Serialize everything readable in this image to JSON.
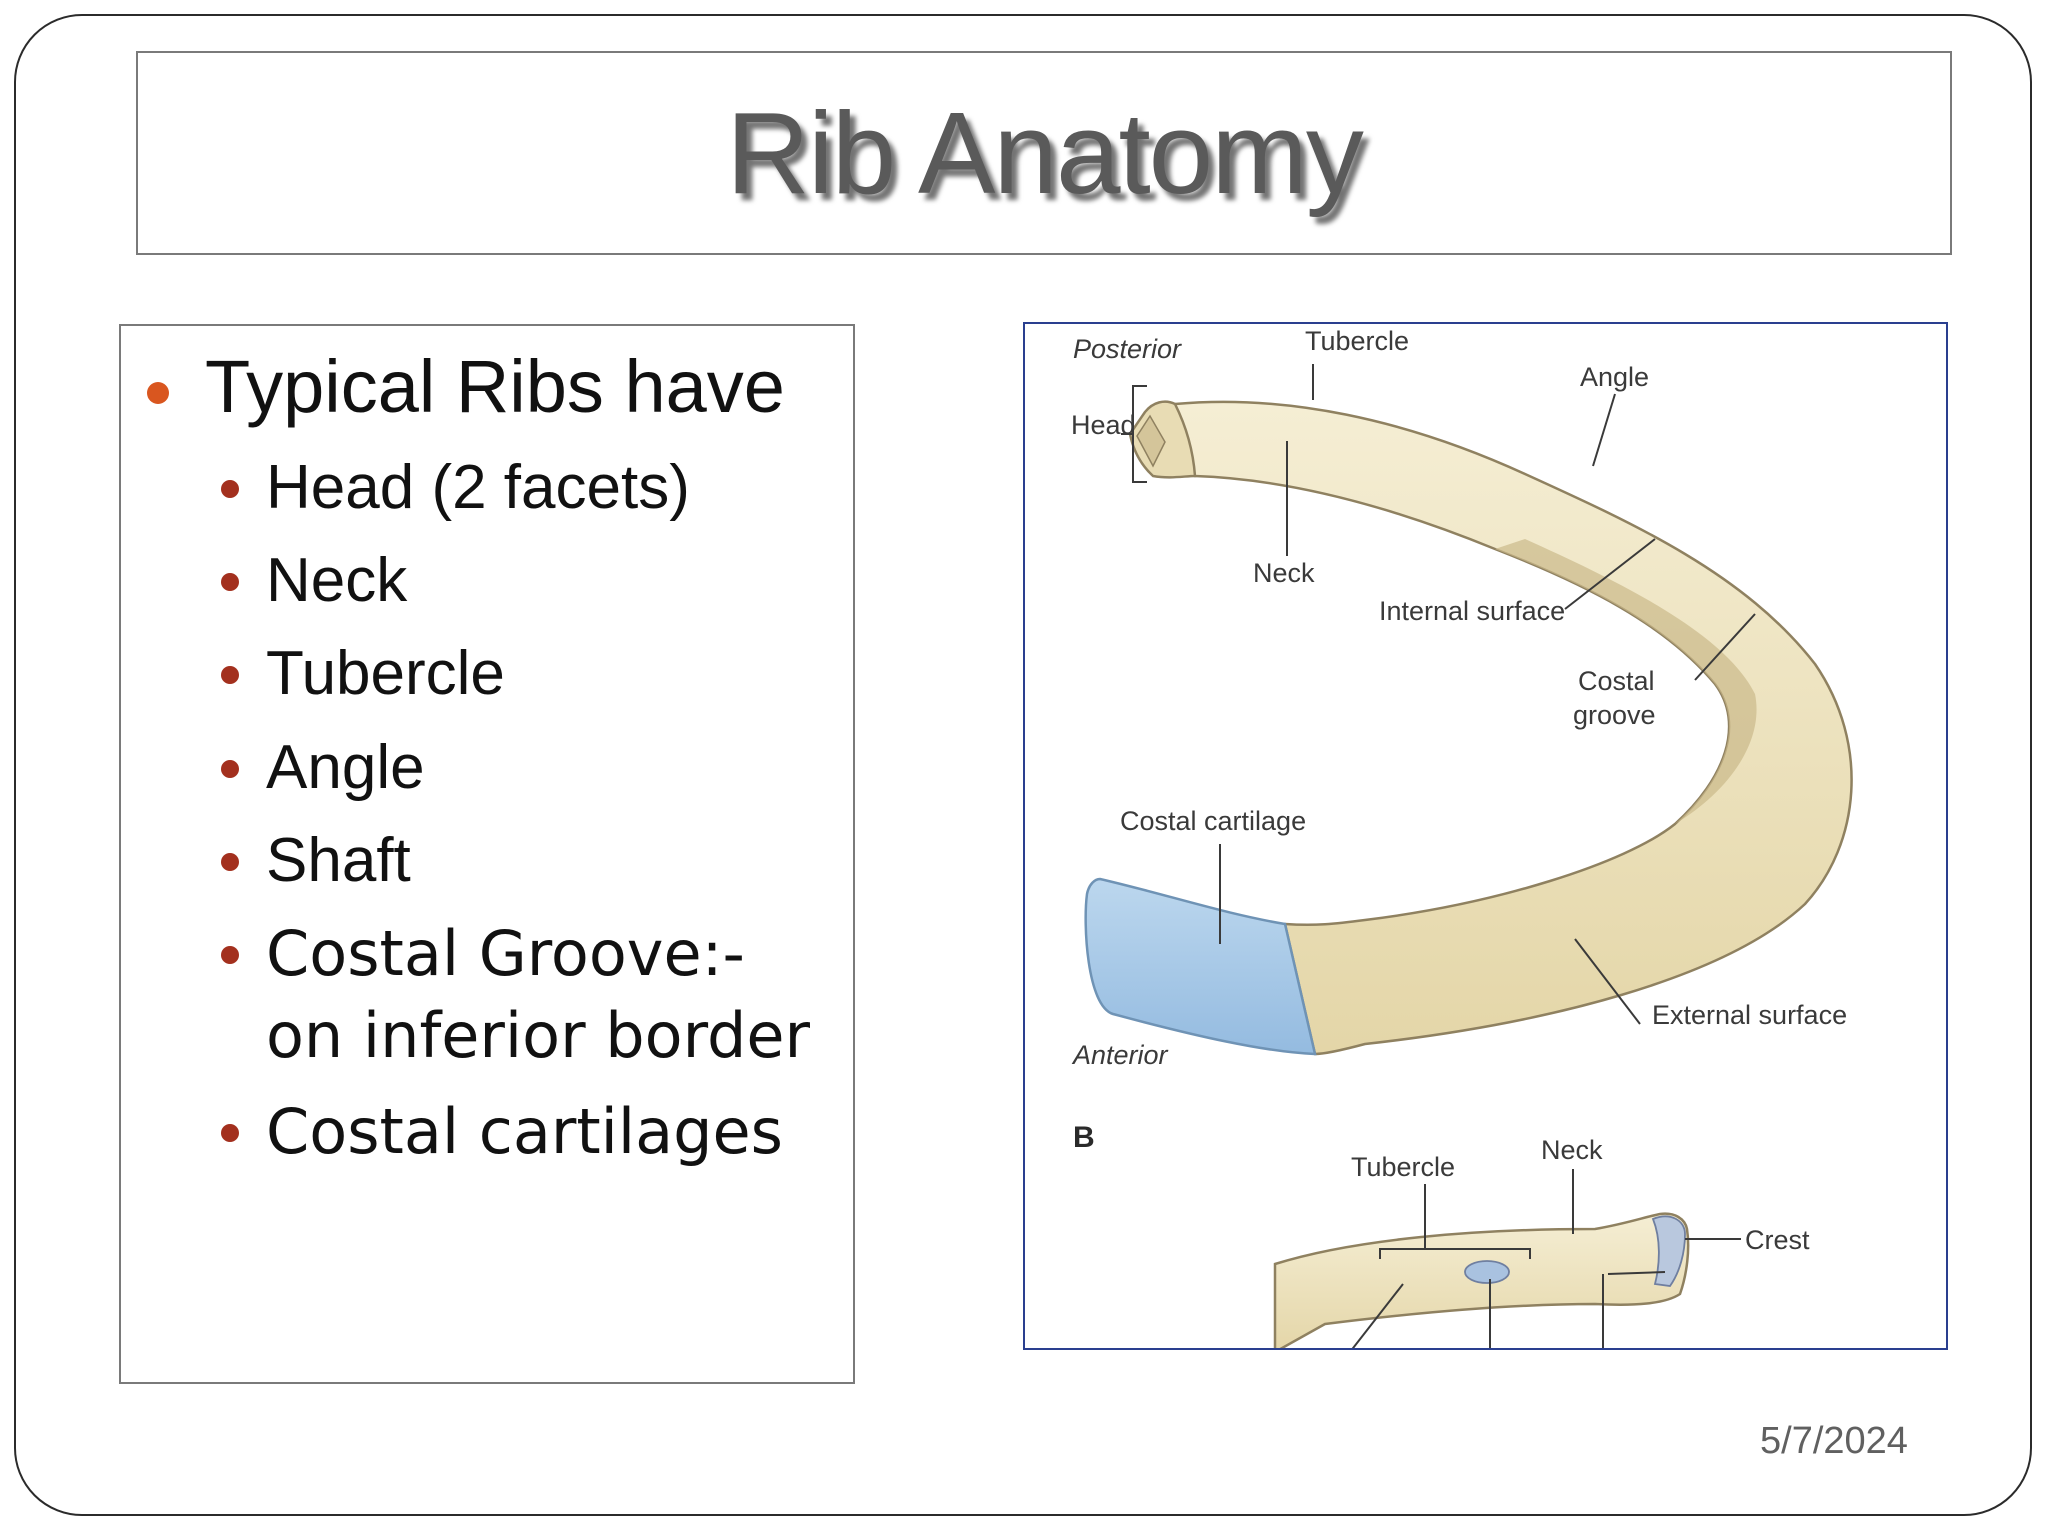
{
  "slide": {
    "title": "Rib Anatomy",
    "date": "5/7/2024"
  },
  "content": {
    "main_bullet": "Typical Ribs have",
    "sub_bullets": [
      "Head (2 facets)",
      "Neck",
      "Tubercle",
      "Angle",
      "Shaft",
      "Costal Groove:-",
      "on inferior border",
      "Costal cartilages"
    ]
  },
  "figure": {
    "labels": {
      "posterior": "Posterior",
      "tubercle": "Tubercle",
      "angle": "Angle",
      "head": "Head",
      "neck": "Neck",
      "internal_surface": "Internal surface",
      "costal": "Costal",
      "groove": "groove",
      "costal_cartilage": "Costal cartilage",
      "external_surface": "External surface",
      "anterior": "Anterior",
      "panel_b": "B",
      "tubercle_b": "Tubercle",
      "neck_b": "Neck",
      "crest": "Crest"
    },
    "colors": {
      "bone": "#efe6c8",
      "bone_shadow": "#c9b98a",
      "cartilage": "#a9cbe6",
      "frame": "#2a3f8f"
    }
  },
  "theme": {
    "bullet_primary": "#d9561f",
    "bullet_secondary": "#a3301e"
  }
}
